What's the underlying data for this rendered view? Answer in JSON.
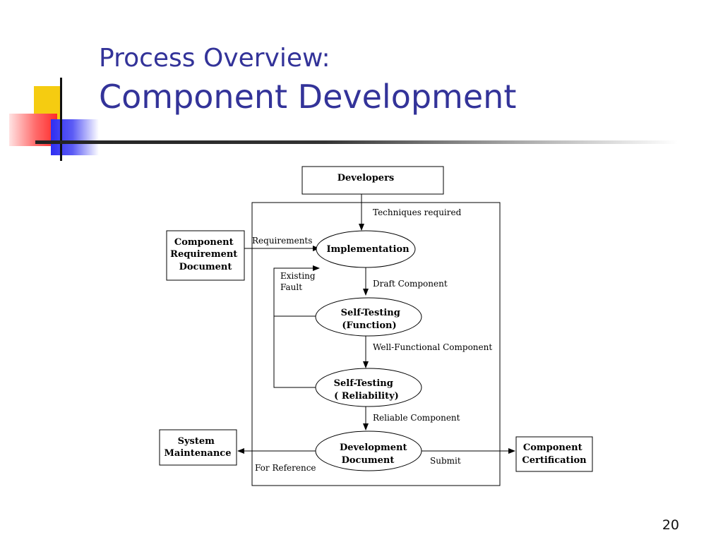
{
  "slide": {
    "title_line1": "Process Overview:",
    "title_line2": "Component Development",
    "page_number": "20"
  },
  "diagram": {
    "developers": "Developers",
    "techniques_required": "Techniques required",
    "requirement_doc": [
      "Component",
      "Requirement",
      "Document"
    ],
    "requirements": "Requirements",
    "implementation": "Implementation",
    "existing_fault": [
      "Existing",
      "Fault"
    ],
    "draft_component": "Draft Component",
    "self_testing_function": [
      "Self-Testing",
      "(Function)"
    ],
    "well_functional_component": "Well-Functional Component",
    "self_testing_reliability": [
      "Self-Testing",
      "( Reliability)"
    ],
    "reliable_component": "Reliable Component",
    "development_document": [
      "Development",
      "Document"
    ],
    "system_maintenance": [
      "System",
      "Maintenance"
    ],
    "for_reference": "For Reference",
    "submit": "Submit",
    "component_certification": [
      "Component",
      "Certification"
    ]
  }
}
